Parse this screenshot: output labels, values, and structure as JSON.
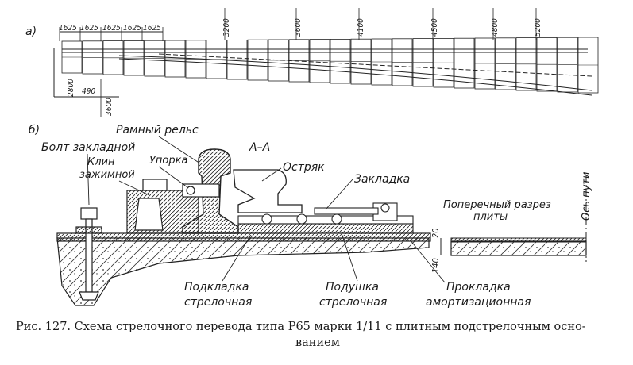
{
  "part_a": {
    "marker": "а)",
    "top_dims": [
      "1625",
      "1625",
      "1625",
      "1625",
      "1625"
    ],
    "stations": [
      "3200",
      "3600",
      "4100",
      "4500",
      "4800",
      "5200"
    ],
    "bottom_dims": [
      "2800",
      "490",
      "3600"
    ]
  },
  "part_b": {
    "marker": "б)",
    "section_title": "А–А",
    "labels": {
      "frame_rail": "Рамный рельс",
      "anchor_bolt": "Болт закладной",
      "clamp_wedge_1": "Клин",
      "clamp_wedge_2": "зажимной",
      "stop": "Упорка",
      "switch_rail": "Остряк",
      "insert": "Закладка",
      "cross_section_1": "Поперечный разрез",
      "cross_section_2": "плиты",
      "track_axis": "Ось пути",
      "pad_switch_1": "Подкладка",
      "pad_switch_2": "стрелочная",
      "cushion_1": "Подушка",
      "cushion_2": "стрелочная",
      "gasket_1": "Прокладка",
      "gasket_2": "амортизационная"
    },
    "dims": {
      "top": "20",
      "bottom": "140"
    }
  },
  "caption": {
    "line1": "Рис. 127. Схема стрелочного перевода типа Р65 марки 1/11 с плитным подстрелочным осно-",
    "line2": "ванием"
  }
}
